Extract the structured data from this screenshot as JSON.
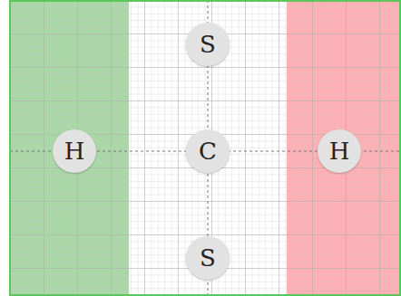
{
  "diagram": {
    "nodes": [
      {
        "text": [
          "S"
        ]
      },
      {
        "text": [
          "H"
        ]
      },
      {
        "text": [
          "C"
        ]
      },
      {
        "text": [
          "H"
        ]
      },
      {
        "text": [
          "S"
        ]
      }
    ]
  }
}
